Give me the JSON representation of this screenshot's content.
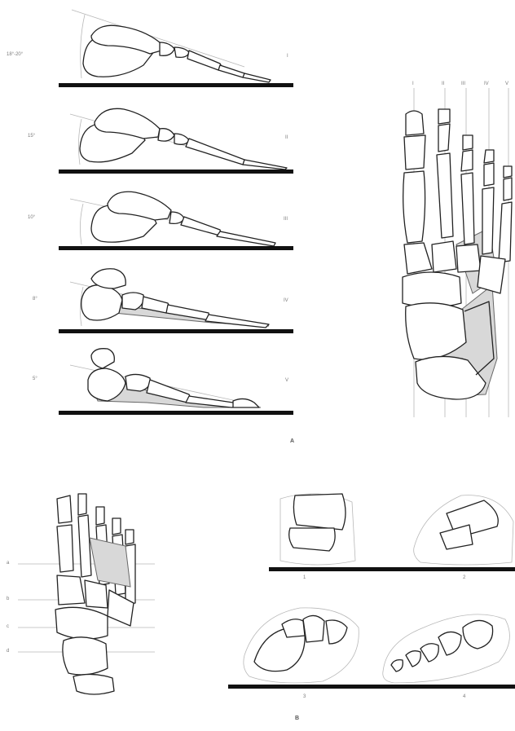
{
  "figure": {
    "panel_A": "A",
    "panel_B": "B",
    "lateral_angles": [
      "18°-20°",
      "15°",
      "10°",
      "8°",
      "5°"
    ],
    "lateral_rays": [
      "I",
      "II",
      "III",
      "IV",
      "V"
    ],
    "dorsal_ray_labels": [
      "I",
      "II",
      "III",
      "IV",
      "V"
    ],
    "section_levels": [
      "a",
      "b",
      "c",
      "d"
    ],
    "cross_sections": [
      "1",
      "2",
      "3",
      "4"
    ]
  }
}
